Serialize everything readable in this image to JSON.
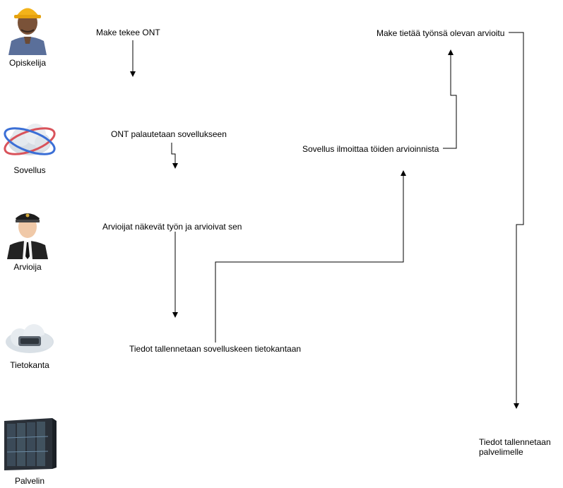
{
  "actors": [
    {
      "id": "student",
      "label": "Opiskelija",
      "icon": "worker-hardhat-icon"
    },
    {
      "id": "app",
      "label": "Sovellus",
      "icon": "cloud-orbit-icon"
    },
    {
      "id": "assessor",
      "label": "Arvioija",
      "icon": "pilot-officer-icon"
    },
    {
      "id": "database",
      "label": "Tietokanta",
      "icon": "cloud-database-icon"
    },
    {
      "id": "server",
      "label": "Palvelin",
      "icon": "server-rack-icon"
    }
  ],
  "steps": {
    "s1": "Make tekee ONT",
    "s2": "ONT palautetaan sovellukseen",
    "s3": "Arvioijat näkevät työn ja arvioivat sen",
    "s4": "Tiedot tallennetaan sovelluskeen tietokantaan",
    "s5": "Sovellus ilmoittaa töiden arvioinnista",
    "s6": "Make tietää työnsä olevan arvioitu",
    "s7_line1": "Tiedot tallennetaan",
    "s7_line2": "palvelimelle"
  },
  "colors": {
    "line": "#000000",
    "text": "#000000"
  }
}
